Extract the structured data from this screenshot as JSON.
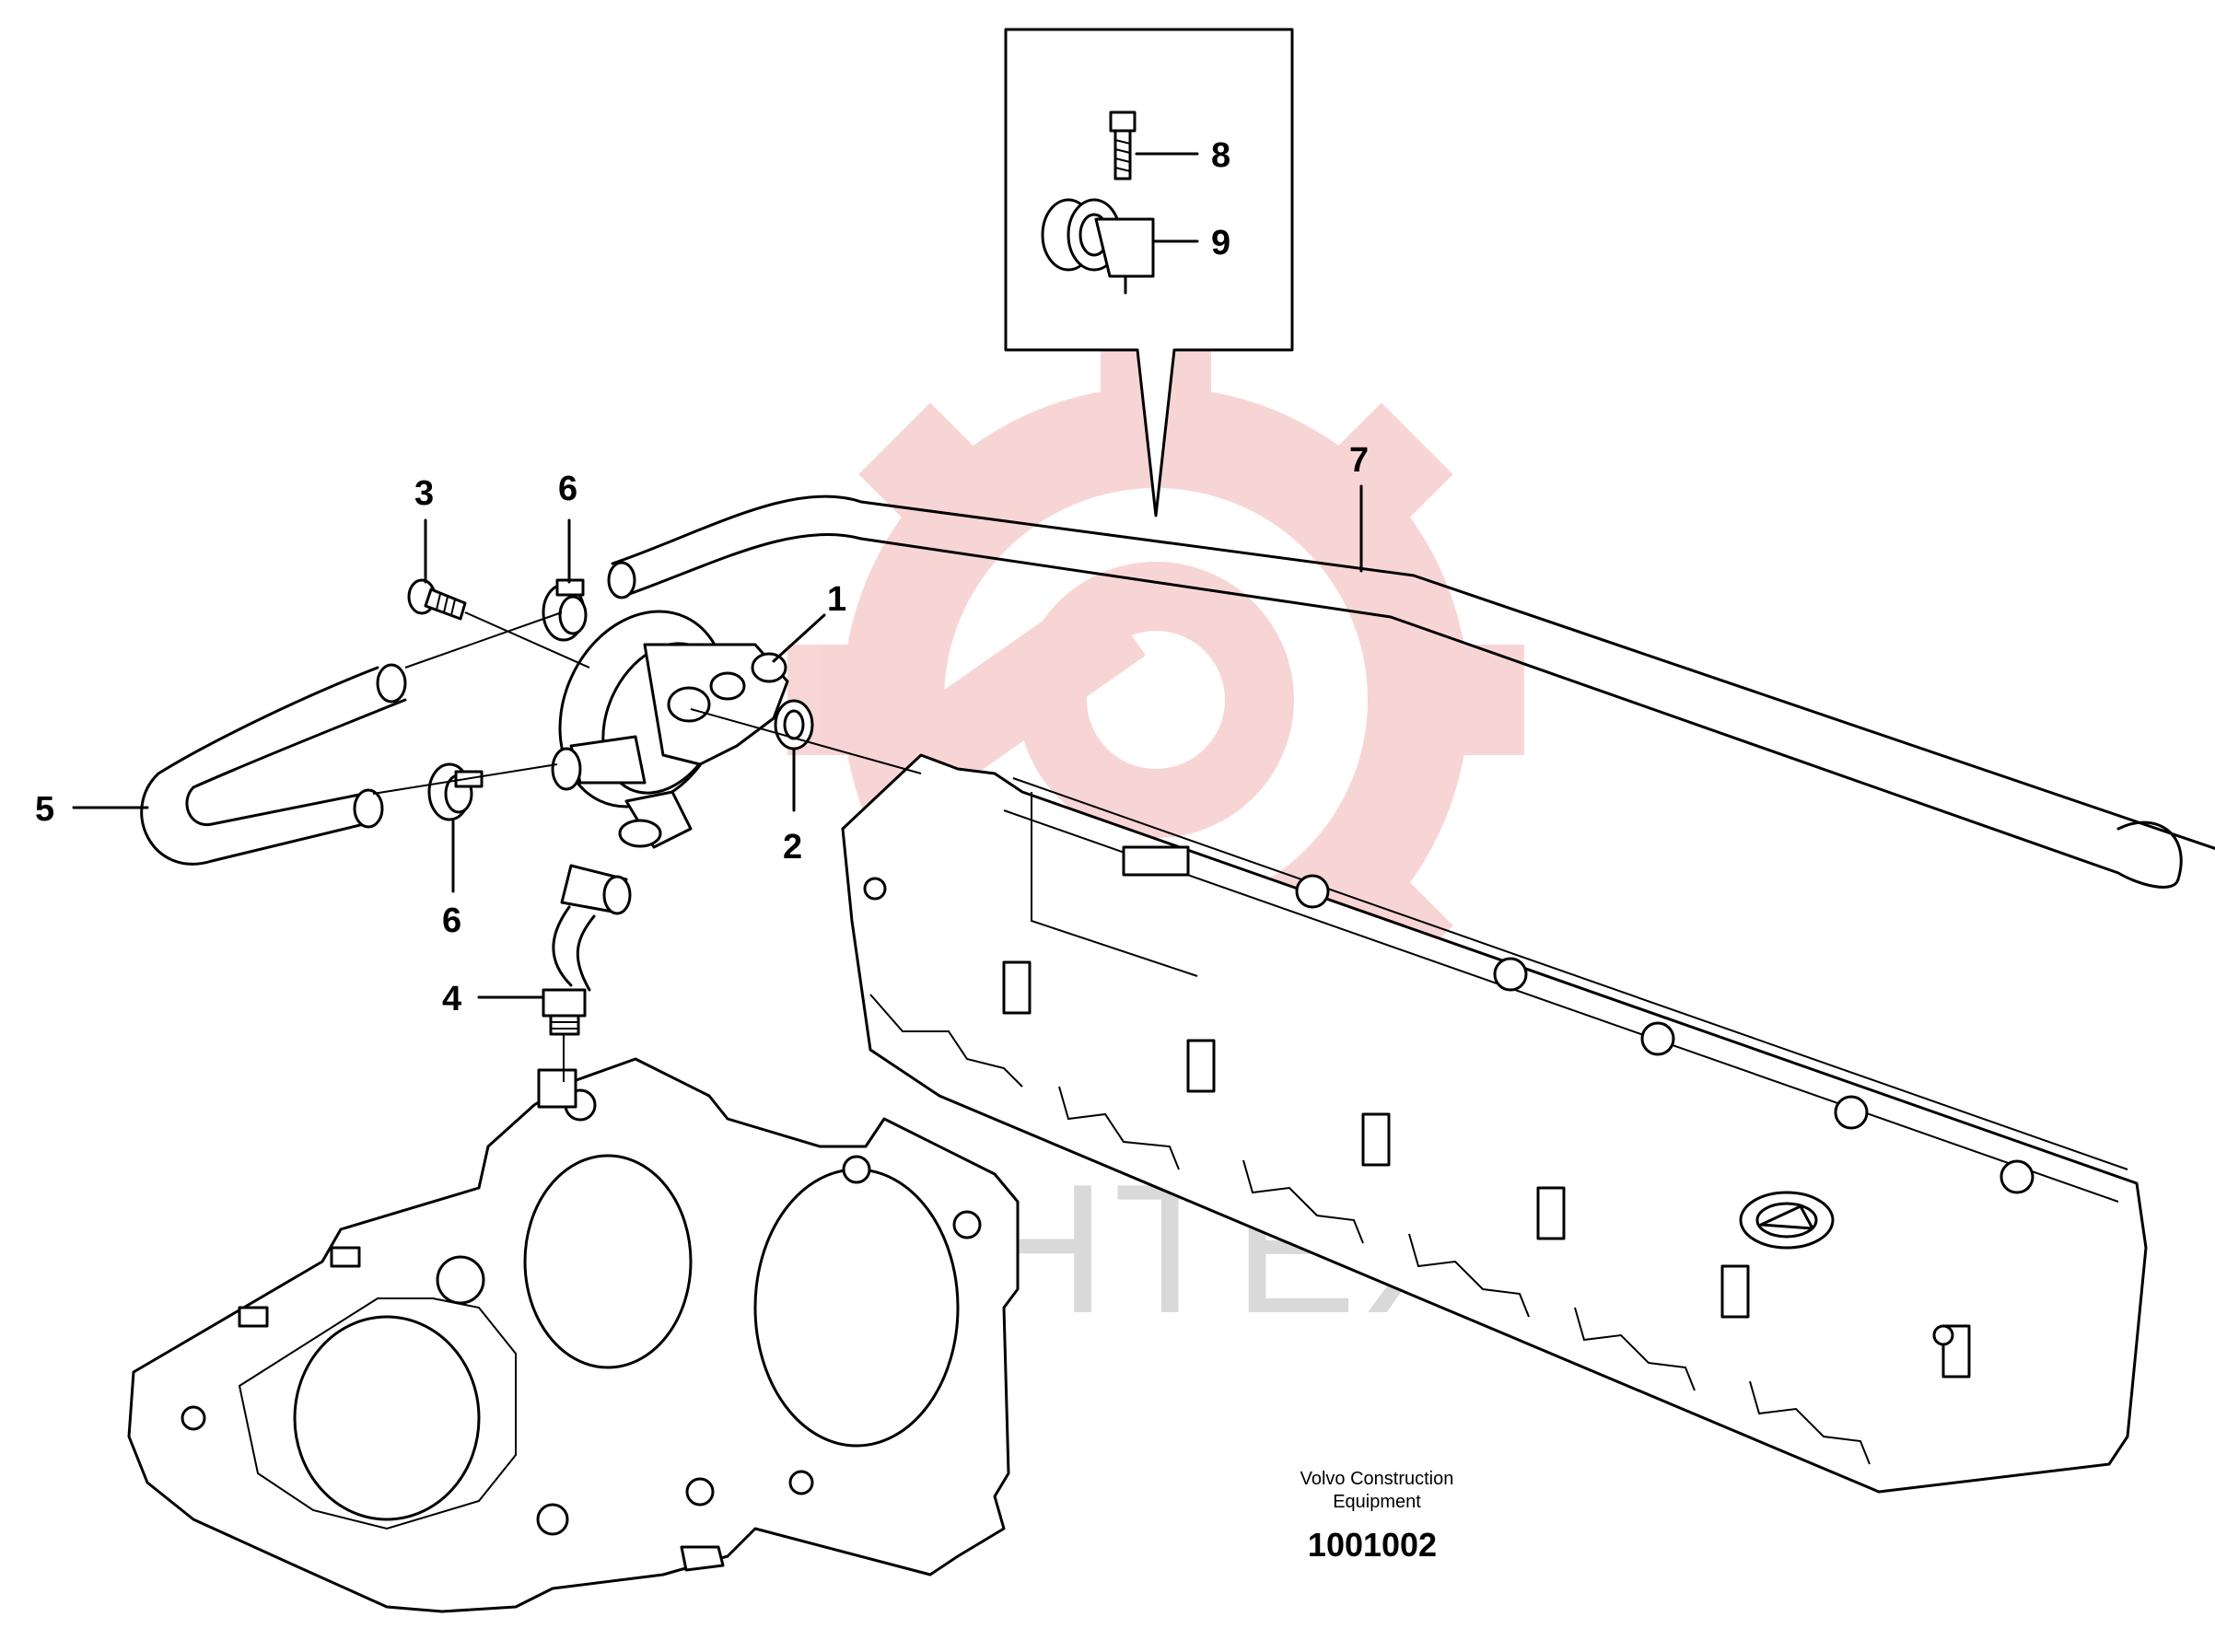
{
  "callouts": [
    {
      "id": "1",
      "text": "1"
    },
    {
      "id": "2",
      "text": "2"
    },
    {
      "id": "3",
      "text": "3"
    },
    {
      "id": "4",
      "text": "4"
    },
    {
      "id": "5",
      "text": "5"
    },
    {
      "id": "6a",
      "text": "6"
    },
    {
      "id": "6b",
      "text": "6"
    },
    {
      "id": "7",
      "text": "7"
    },
    {
      "id": "8",
      "text": "8"
    },
    {
      "id": "9",
      "text": "9"
    }
  ],
  "credit": {
    "line1": "Volvo Construction",
    "line2": "Equipment"
  },
  "document_number": "1001002",
  "watermark": {
    "text": "ИНТЕХ",
    "logo_color": "#f4b4b4",
    "text_color": "#d9d9d9"
  }
}
